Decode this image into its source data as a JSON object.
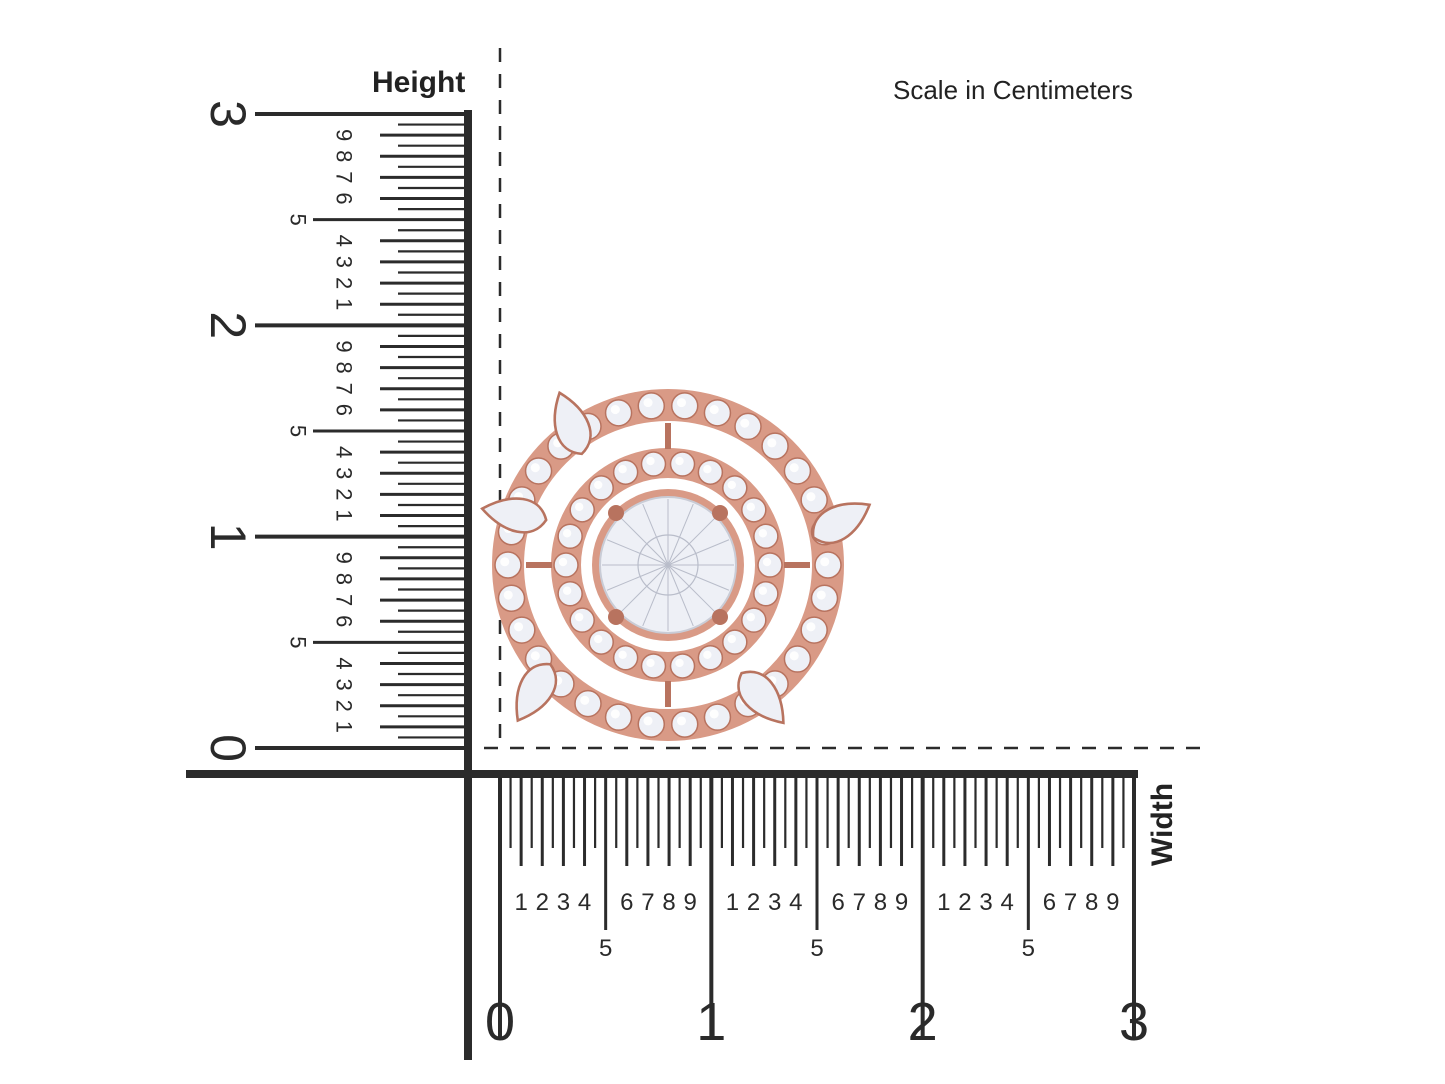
{
  "labels": {
    "scale_caption": "Scale in Centimeters",
    "height_label": "Height",
    "width_label": "Width"
  },
  "scale": {
    "unit": "cm",
    "major_ticks": [
      "0",
      "1",
      "2",
      "3"
    ],
    "minor_digits": [
      "1",
      "2",
      "3",
      "4",
      "5",
      "6",
      "7",
      "8",
      "9"
    ]
  },
  "icons": {
    "jewel": "halo-pendant-icon"
  },
  "colors": {
    "ruler": "#2b2b2b",
    "metal": "#d99a86",
    "metal_dark": "#b8735f",
    "diamond": "#eef0f6"
  }
}
